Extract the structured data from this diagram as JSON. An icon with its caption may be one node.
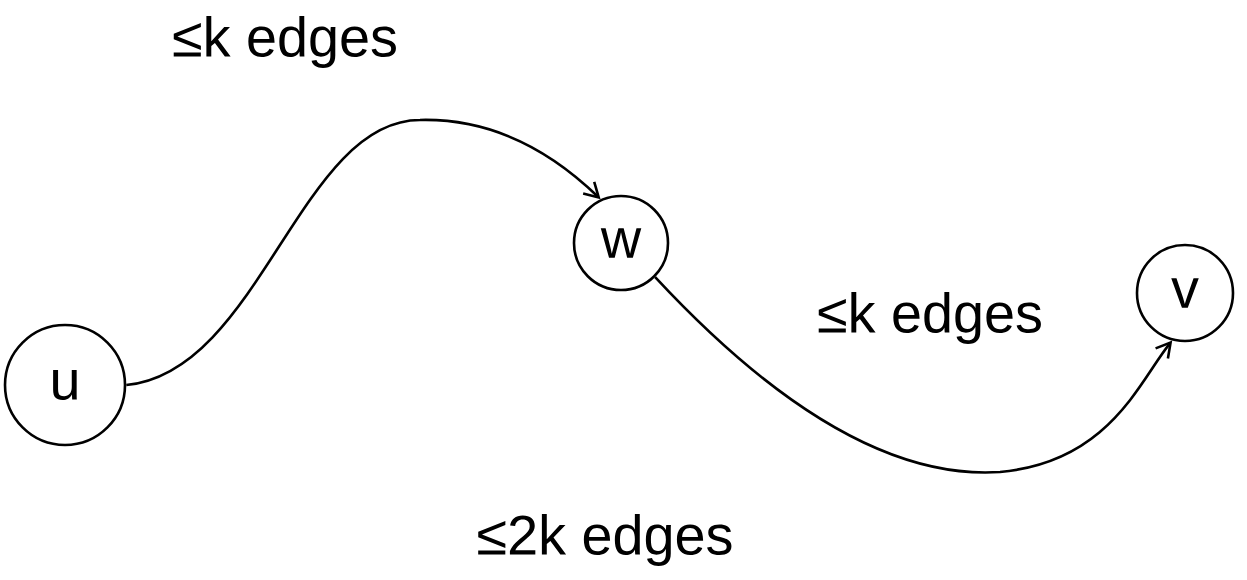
{
  "diagram": {
    "nodes": [
      {
        "text": [
          "u"
        ]
      },
      {
        "text": [
          "w"
        ]
      },
      {
        "text": [
          "v"
        ]
      }
    ],
    "edges": [
      {
        "from": 0,
        "to": 1,
        "arrow": "to",
        "label": "≤k edges"
      },
      {
        "from": 1,
        "to": 2,
        "arrow": "to",
        "label": "≤k edges"
      }
    ],
    "labels": [
      "≤2k edges"
    ]
  }
}
